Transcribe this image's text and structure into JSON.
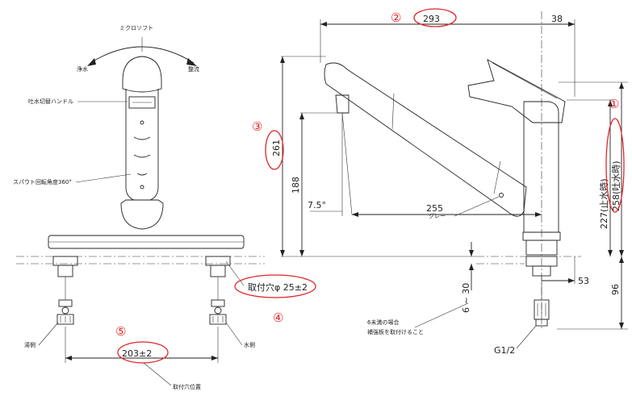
{
  "front_view": {
    "labels": {
      "mikuro_soft": "ミクロソフト",
      "jousui": "浄水",
      "gensui": "整流",
      "handle": "吐水切替ハンドル",
      "spout": "スパウト回転角度360°",
      "yu_side": "湯側",
      "mizu_side": "水側",
      "mount_hole_pos": "取付穴位置"
    },
    "dimensions": {
      "mount_hole": "取付穴φ 25±2",
      "hole_pitch": "203±2"
    }
  },
  "side_view": {
    "dimensions": {
      "reach_total": "293",
      "handle_offset": "38",
      "height_total": "261",
      "spout_height": "188",
      "angle": "7.5°",
      "spout_reach": "255",
      "height_stop": "227(止水時)",
      "height_flow": "258(吐水時)",
      "base_width": "53",
      "below_counter": "96",
      "counter_thickness": "6 ~ 30",
      "thread": "G1/2"
    },
    "labels": {
      "gray": "グレー",
      "note_line1": "6未満の場合",
      "note_line2": "補強板を取付けること"
    }
  },
  "markers": [
    "①",
    "②",
    "③",
    "④",
    "⑤"
  ],
  "colors": {
    "marker": "#e0262a",
    "line": "#222222"
  }
}
